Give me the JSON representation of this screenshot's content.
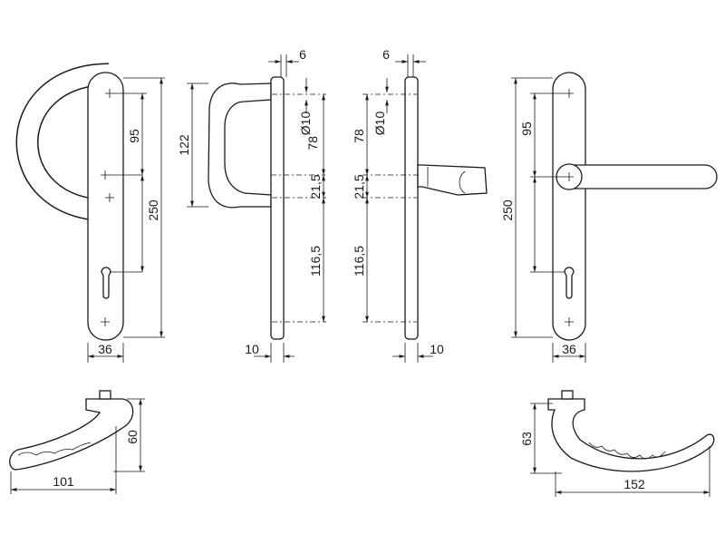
{
  "colors": {
    "line": "#1a1a1a",
    "background": "#ffffff"
  },
  "views": {
    "pull_front": {
      "d95": "95",
      "d250": "250",
      "d36": "36"
    },
    "pull_side": {
      "d122": "122",
      "d6": "6",
      "dia10": "Ø10",
      "d78": "78",
      "d21_5": "21,5",
      "d116_5": "116,5",
      "d10": "10"
    },
    "lever_side": {
      "d6": "6",
      "dia10": "Ø10",
      "d78": "78",
      "d21_5": "21,5",
      "d116_5": "116,5",
      "d10": "10"
    },
    "lever_front": {
      "d95": "95",
      "d250": "250",
      "d36": "36"
    },
    "pull_top": {
      "d60": "60",
      "d101": "101"
    },
    "lever_top": {
      "d63": "63",
      "d152": "152"
    }
  }
}
